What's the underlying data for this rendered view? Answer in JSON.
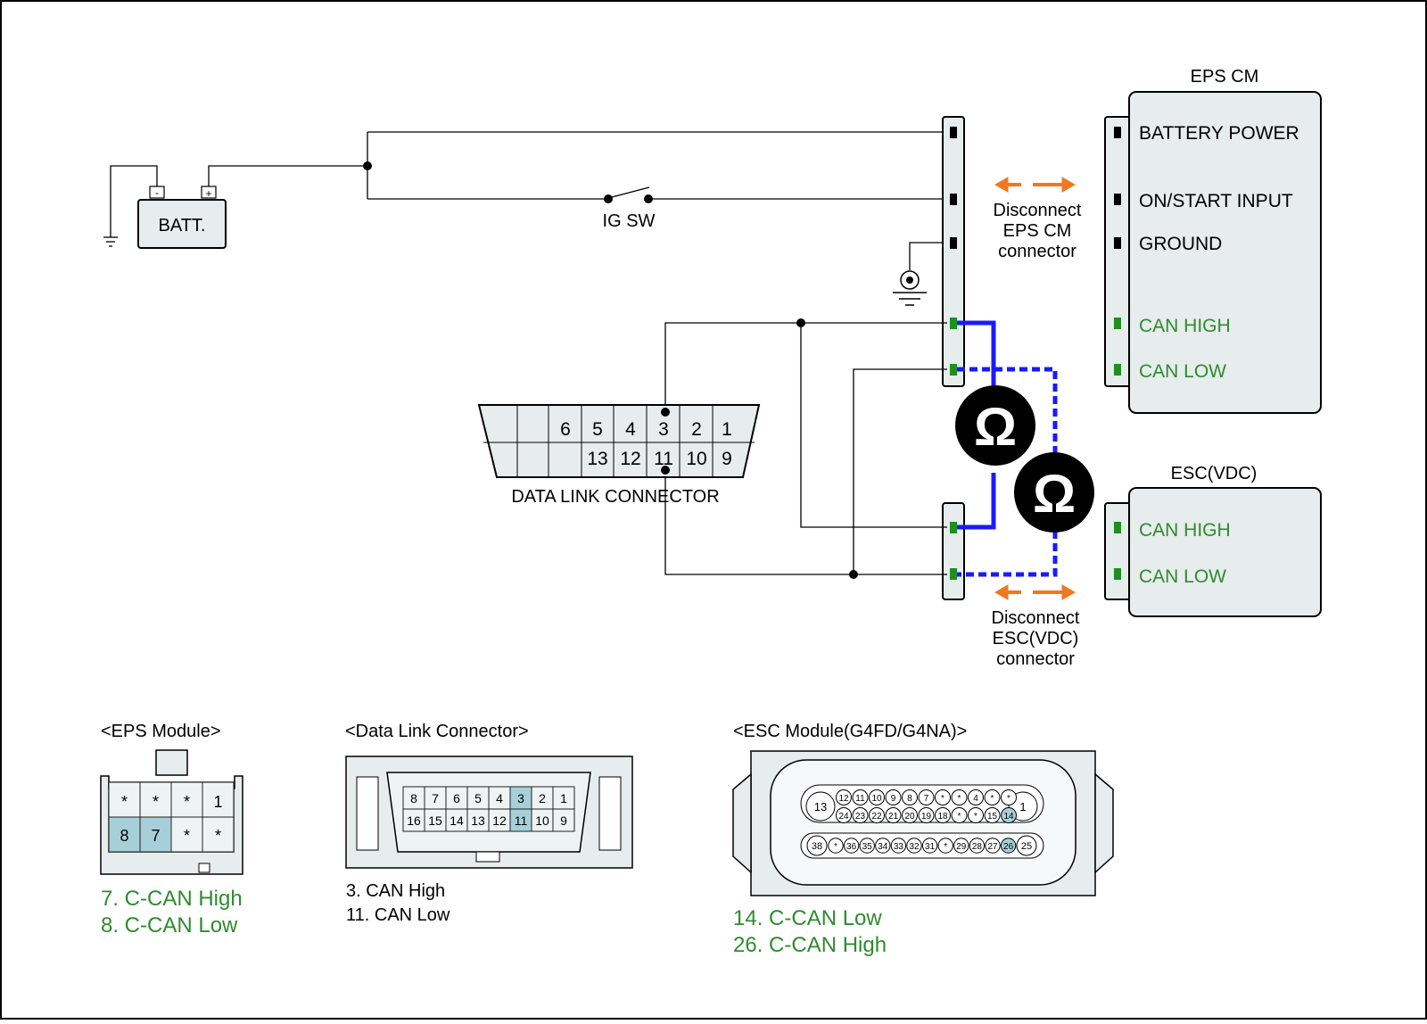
{
  "colors": {
    "wire": "#000000",
    "can_high_wire": "#1a1aff",
    "can_low_wire": "#1a1aff",
    "green_text": "#2e8b2e",
    "arrow": "#f07820",
    "panel": "#e7ecec",
    "highlight_pin": "#a7cfd9"
  },
  "battery": {
    "label": "BATT.",
    "neg": "-",
    "pos": "+"
  },
  "ig_switch": {
    "label": "IG SW"
  },
  "eps_cm": {
    "title": "EPS CM",
    "pins": [
      "BATTERY POWER",
      "ON/START INPUT",
      "GROUND",
      "CAN HIGH",
      "CAN LOW"
    ]
  },
  "esc_vdc": {
    "title": "ESC(VDC)",
    "pins": [
      "CAN HIGH",
      "CAN LOW"
    ]
  },
  "disconnect_eps": [
    "Disconnect",
    "EPS CM",
    "connector"
  ],
  "disconnect_esc": [
    "Disconnect",
    "ESC(VDC)",
    "connector"
  ],
  "ohm_symbol": "Ω",
  "dlc": {
    "label": "DATA LINK CONNECTOR",
    "top_row": [
      "6",
      "5",
      "4",
      "3",
      "2",
      "1"
    ],
    "bottom_row": [
      "13",
      "12",
      "11",
      "10",
      "9"
    ]
  },
  "eps_module_view": {
    "title": "<EPS Module>",
    "top_row": [
      "*",
      "*",
      "*",
      "1"
    ],
    "bottom_row": [
      "8",
      "7",
      "*",
      "*"
    ],
    "notes": [
      "7. C-CAN High",
      "8. C-CAN Low"
    ]
  },
  "dlc_view": {
    "title": "<Data Link Connector>",
    "top_row": [
      "8",
      "7",
      "6",
      "5",
      "4",
      "3",
      "2",
      "1"
    ],
    "bottom_row": [
      "16",
      "15",
      "14",
      "13",
      "12",
      "11",
      "10",
      "9"
    ],
    "notes": [
      "3. CAN High",
      "11. CAN Low"
    ]
  },
  "esc_module_view": {
    "title": "<ESC Module(G4FD/G4NA)>",
    "big_left": "13",
    "big_right": "1",
    "row1": [
      "12",
      "11",
      "10",
      "9",
      "8",
      "7",
      "*",
      "*",
      "4",
      "*",
      "*"
    ],
    "row2": [
      "24",
      "23",
      "22",
      "21",
      "20",
      "19",
      "18",
      "*",
      "*",
      "15",
      "14"
    ],
    "row3_left": "38",
    "row3": [
      "*",
      "36",
      "35",
      "34",
      "33",
      "32",
      "31",
      "*",
      "29",
      "28",
      "27",
      "26"
    ],
    "row3_right": "25",
    "notes": [
      "14. C-CAN Low",
      "26. C-CAN High"
    ]
  }
}
